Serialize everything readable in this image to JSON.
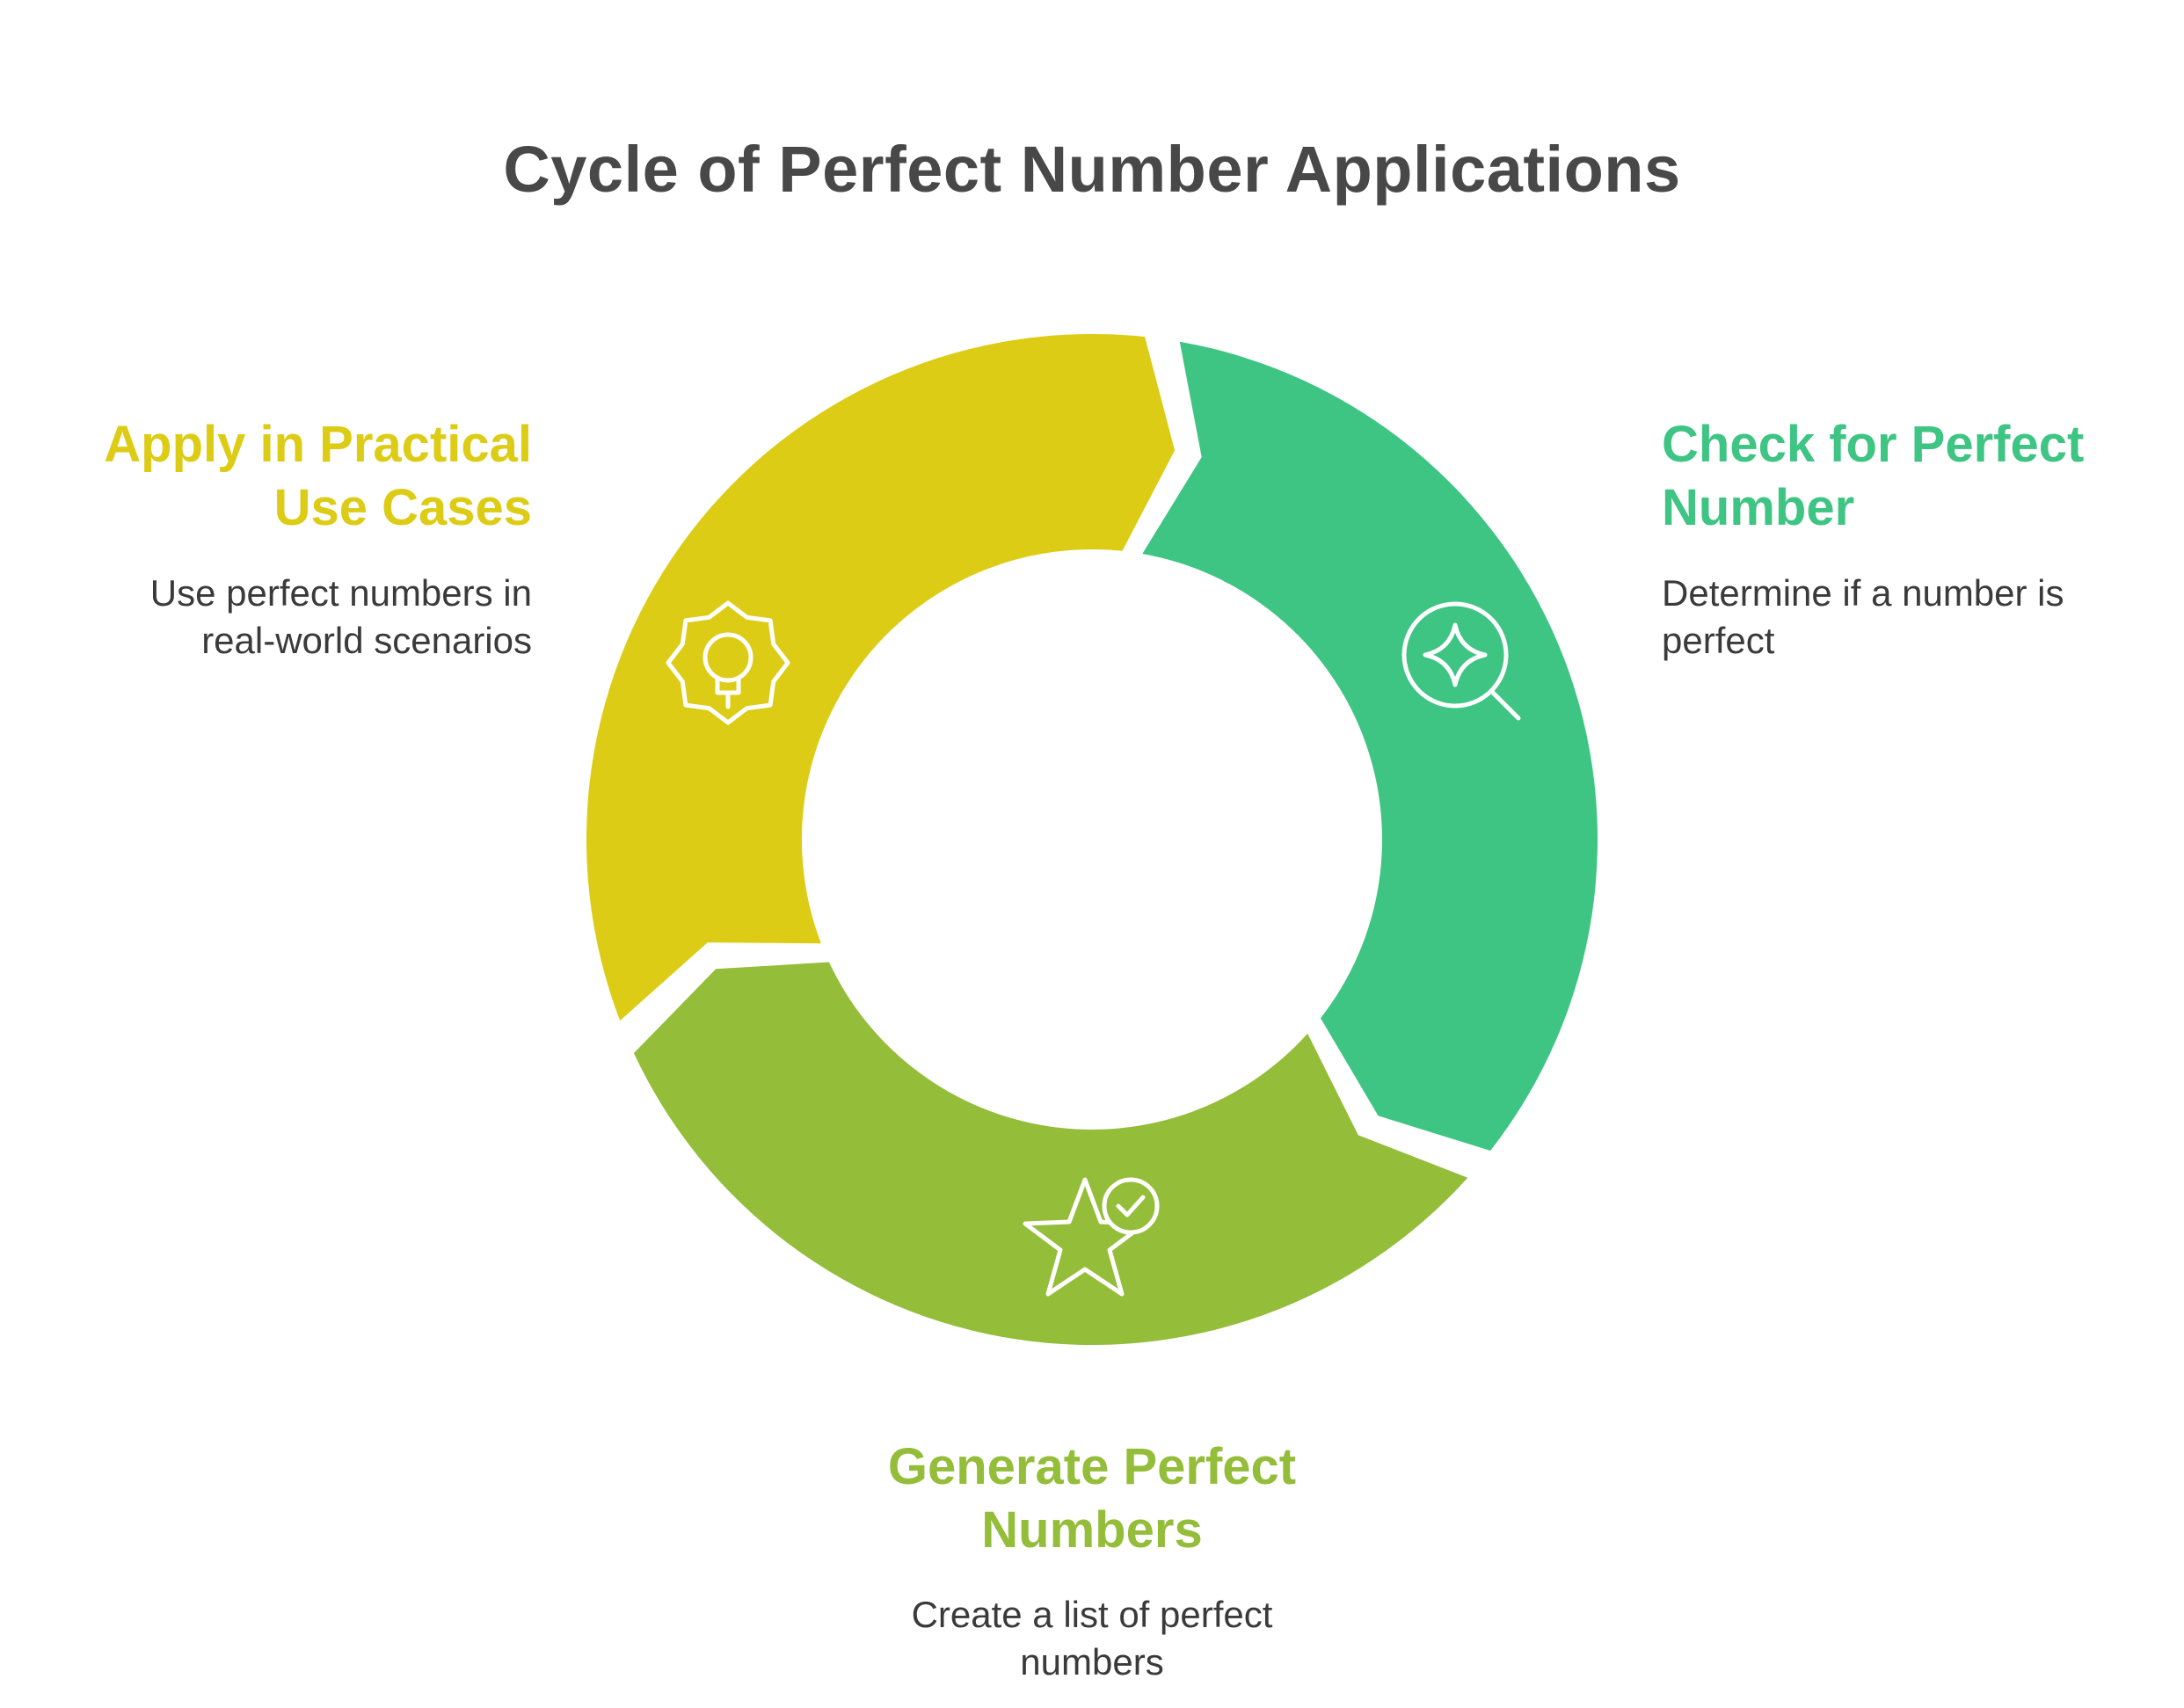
{
  "title": "Cycle of Perfect Number Applications",
  "colors": {
    "yellow": "#DDCC15",
    "green": "#3EC483",
    "lime": "#94BD3A",
    "text_dark": "#484848",
    "desc": "#3a3a3a"
  },
  "steps": [
    {
      "id": "apply",
      "title_lines": [
        "Apply in Practical",
        "Use Cases"
      ],
      "description_lines": [
        "Use perfect numbers in",
        "real-world scenarios"
      ],
      "color": "#DDCC15",
      "icon": "lightbulb-gear-icon"
    },
    {
      "id": "check",
      "title_lines": [
        "Check for Perfect",
        "Number"
      ],
      "description_lines": [
        "Determine if a number is",
        "perfect"
      ],
      "color": "#3EC483",
      "icon": "magnifier-sparkle-icon"
    },
    {
      "id": "generate",
      "title_lines": [
        "Generate Perfect",
        "Numbers"
      ],
      "description_lines": [
        "Create a list of perfect",
        "numbers"
      ],
      "color": "#94BD3A",
      "icon": "star-check-icon"
    }
  ]
}
